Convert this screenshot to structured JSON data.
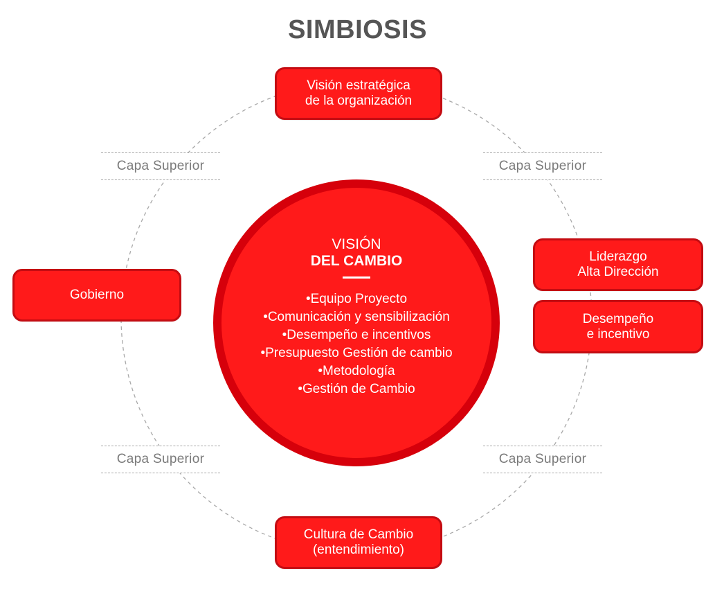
{
  "title": "SIMBIOSIS",
  "colors": {
    "accent": "#ff1a1a",
    "accent_border": "#c40c12",
    "circle_border": "#d6000b",
    "title": "#555555",
    "label": "#7a7a7a",
    "dash": "#a8a8a8"
  },
  "center": {
    "title_top": "VISIÓN",
    "title_bottom": "DEL CAMBIO",
    "items": [
      "•Equipo Proyecto",
      "•Comunicación y sensibilización",
      "•Desempeño e incentivos",
      "•Presupuesto Gestión de cambio",
      "•Metodología",
      "•Gestión de Cambio"
    ]
  },
  "nodes": {
    "vision": {
      "line1": "Visión estratégica",
      "line2": "de la organización"
    },
    "gobierno": {
      "line1": "Gobierno"
    },
    "liderazgo": {
      "line1": "Liderazgo",
      "line2": "Alta Dirección"
    },
    "desempeno": {
      "line1": "Desempeño",
      "line2": "e incentivo"
    },
    "cultura": {
      "line1": "Cultura de Cambio",
      "line2": "(entendimiento)"
    }
  },
  "layer_labels": {
    "top_left": "Capa Superior",
    "top_right": "Capa Superior",
    "bottom_left": "Capa Superior",
    "bottom_right": "Capa Superior"
  }
}
